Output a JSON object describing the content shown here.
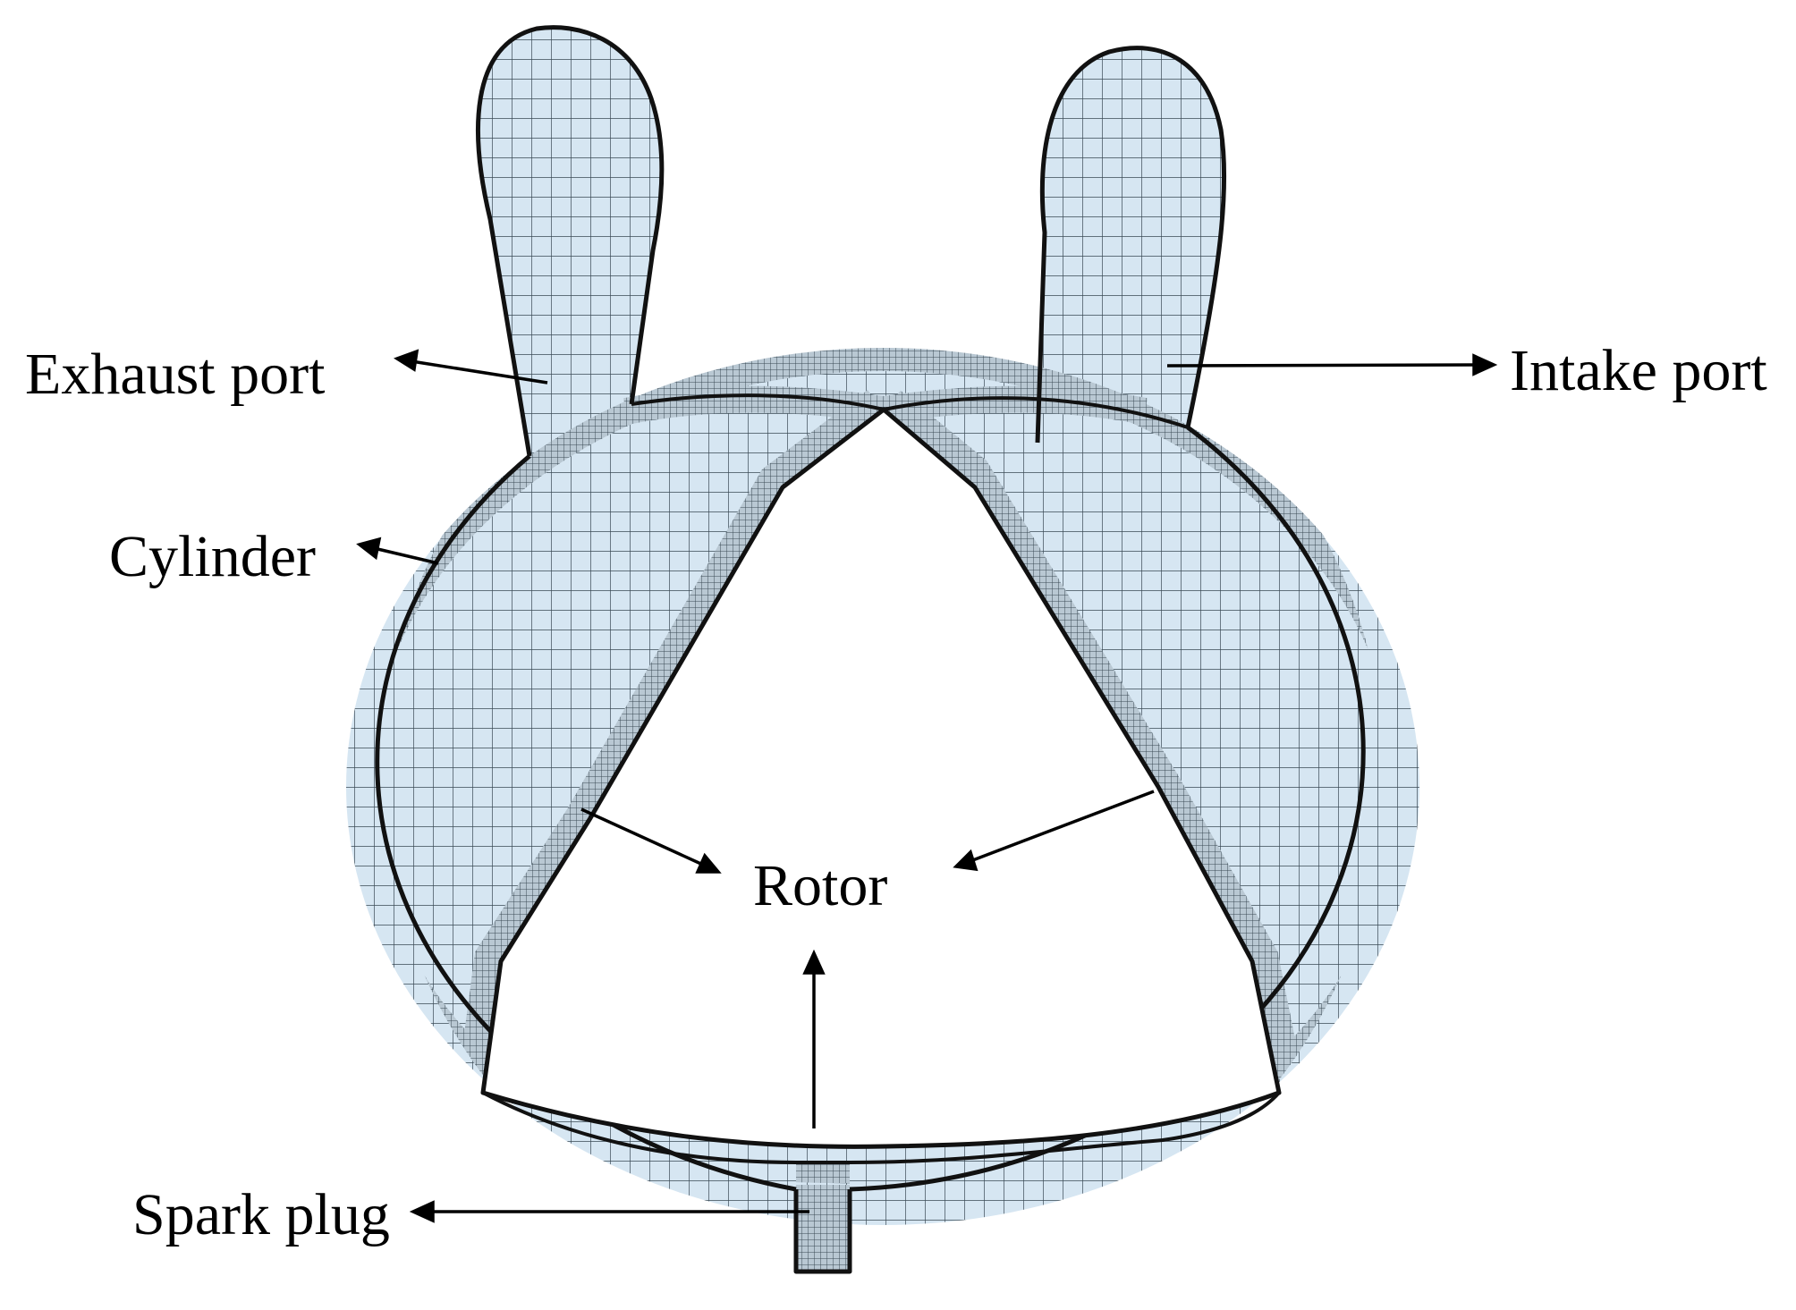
{
  "labels": {
    "exhaust_port": "Exhaust port",
    "intake_port": "Intake port",
    "cylinder": "Cylinder",
    "rotor": "Rotor",
    "spark_plug": "Spark plug"
  },
  "colors": {
    "fluid_fill": "#d6e6f2",
    "mesh_line": "#3a4a55",
    "fine_mesh": "#8d9aa4",
    "outline": "#111111",
    "rotor_fill": "#ffffff",
    "text": "#000000"
  }
}
